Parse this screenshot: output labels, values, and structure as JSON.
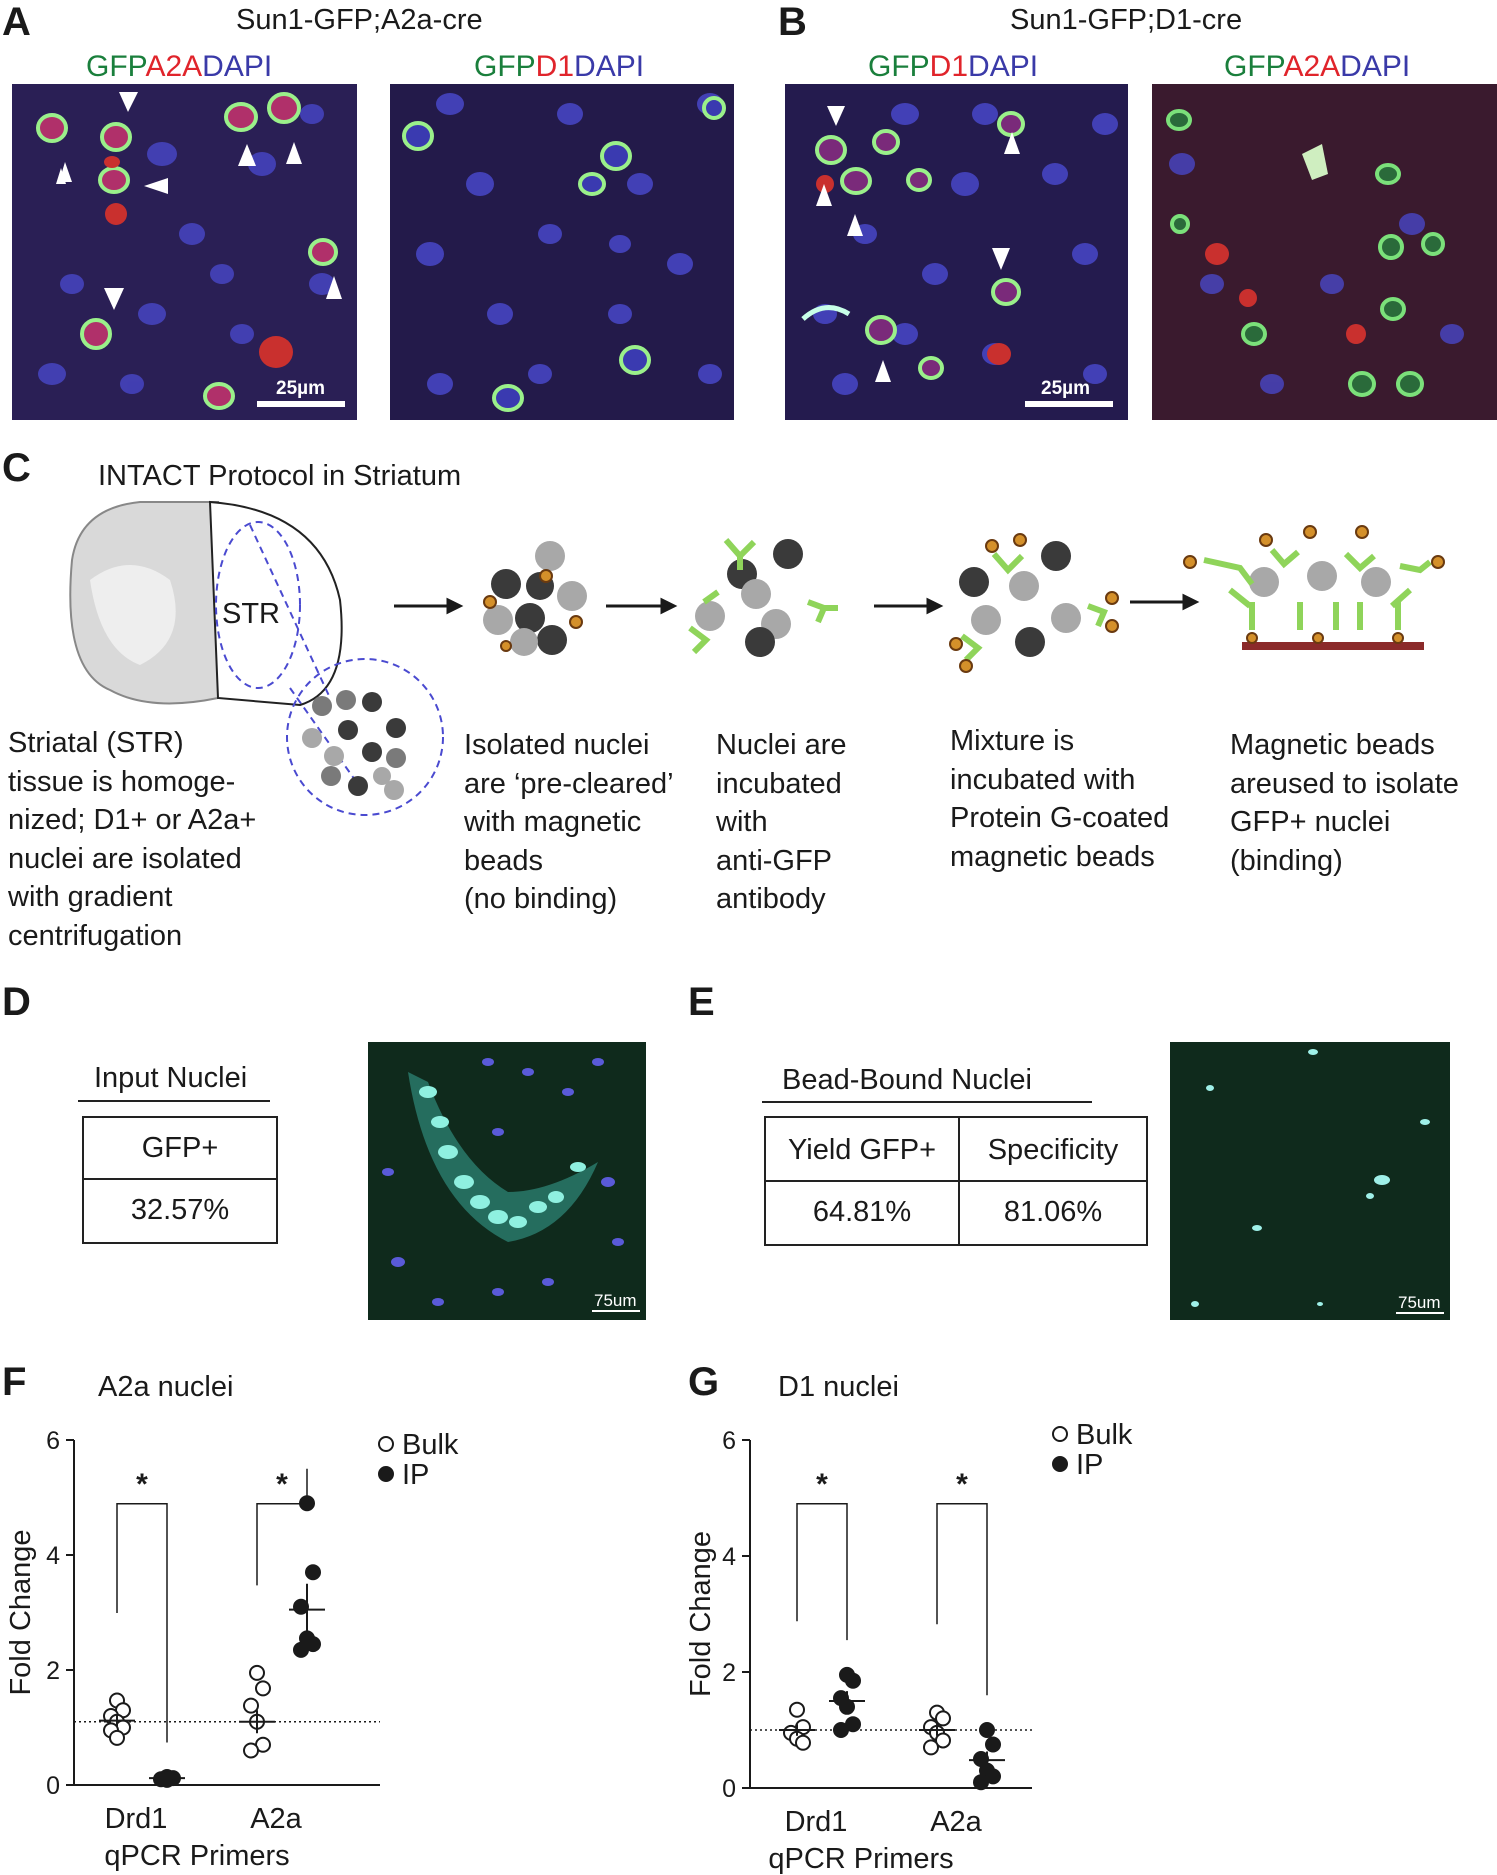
{
  "panelA": {
    "label": "A",
    "title": "Sun1-GFP;A2a-cre",
    "left_stain": {
      "gfp": "GFP",
      "marker": "A2A",
      "dapi": "DAPI"
    },
    "right_stain": {
      "gfp": "GFP",
      "marker": "D1",
      "dapi": "DAPI"
    },
    "scalebar": "25µm"
  },
  "panelB": {
    "label": "B",
    "title": "Sun1-GFP;D1-cre",
    "left_stain": {
      "gfp": "GFP",
      "marker": "D1",
      "dapi": "DAPI"
    },
    "right_stain": {
      "gfp": "GFP",
      "marker": "A2A",
      "dapi": "DAPI"
    },
    "scalebar": "25µm"
  },
  "colors": {
    "gfp": "#1a7f3c",
    "marker": "#e0242b",
    "dapi": "#3a3aa8",
    "bead": "#d4902a",
    "antibody": "#8fd45a",
    "plate": "#8b2a2a"
  },
  "panelC": {
    "label": "C",
    "title": "INTACT Protocol in Striatum",
    "str_label": "STR",
    "steps": [
      {
        "lines": [
          "Striatal (STR)",
          "tissue is homoge-",
          "nized; D1+ or A2a+",
          "nuclei are isolated",
          "with gradient",
          "centrifugation"
        ]
      },
      {
        "lines": [
          "Isolated nuclei",
          "are ‘pre-cleared’",
          "with magnetic",
          "beads",
          "(no binding)"
        ]
      },
      {
        "lines": [
          "Nuclei are",
          "incubated",
          "with",
          "anti-GFP",
          "antibody"
        ]
      },
      {
        "lines": [
          "Mixture is",
          "incubated with",
          "Protein G-coated",
          "magnetic beads"
        ]
      },
      {
        "lines": [
          "Magnetic beads",
          "areused to isolate",
          "GFP+ nuclei",
          "(binding)"
        ]
      }
    ]
  },
  "panelD": {
    "label": "D",
    "table_title": "Input Nuclei",
    "header": "GFP+",
    "value": "32.57%",
    "scalebar": "75um"
  },
  "panelE": {
    "label": "E",
    "table_title": "Bead-Bound Nuclei",
    "headers": [
      "Yield GFP+",
      "Specificity"
    ],
    "values": [
      "64.81%",
      "81.06%"
    ],
    "scalebar": "75um"
  },
  "chart_data": [
    {
      "panel": "F",
      "type": "scatter",
      "title": "A2a nuclei",
      "xlabel": "qPCR Primers",
      "ylabel": "Fold Change",
      "categories": [
        "Drd1",
        "A2a"
      ],
      "ylim": [
        0,
        6
      ],
      "yticks": [
        0,
        2,
        4,
        6
      ],
      "reference_line": 1.1,
      "significance": [
        "*",
        "*"
      ],
      "series": [
        {
          "name": "Bulk",
          "filled": false,
          "points": [
            [
              0,
              1.47
            ],
            [
              0,
              1.3
            ],
            [
              0,
              1.2
            ],
            [
              0,
              1.1
            ],
            [
              0,
              1.0
            ],
            [
              0,
              0.95
            ],
            [
              0,
              0.82
            ],
            [
              1,
              1.95
            ],
            [
              1,
              1.68
            ],
            [
              1,
              1.38
            ],
            [
              1,
              1.1
            ],
            [
              1,
              0.7
            ],
            [
              1,
              0.6
            ]
          ],
          "means": [
            1.12,
            1.1
          ],
          "sem": [
            0.1,
            0.2
          ]
        },
        {
          "name": "IP",
          "filled": true,
          "points": [
            [
              0,
              0.14
            ],
            [
              0,
              0.12
            ],
            [
              0,
              0.1
            ],
            [
              0,
              0.09
            ],
            [
              1,
              4.9
            ],
            [
              1,
              3.7
            ],
            [
              1,
              3.1
            ],
            [
              1,
              2.55
            ],
            [
              1,
              2.45
            ],
            [
              1,
              2.35
            ]
          ],
          "means": [
            0.12,
            3.05
          ],
          "sem": [
            0.02,
            0.45
          ]
        }
      ]
    },
    {
      "panel": "G",
      "type": "scatter",
      "title": "D1 nuclei",
      "xlabel": "qPCR Primers",
      "ylabel": "Fold Change",
      "categories": [
        "Drd1",
        "A2a"
      ],
      "ylim": [
        0,
        6
      ],
      "yticks": [
        0,
        2,
        4,
        6
      ],
      "reference_line": 1.0,
      "significance": [
        "*",
        "*"
      ],
      "series": [
        {
          "name": "Bulk",
          "filled": false,
          "points": [
            [
              0,
              1.35
            ],
            [
              0,
              1.05
            ],
            [
              0,
              0.95
            ],
            [
              0,
              0.85
            ],
            [
              0,
              0.78
            ],
            [
              1,
              1.3
            ],
            [
              1,
              1.2
            ],
            [
              1,
              1.05
            ],
            [
              1,
              0.95
            ],
            [
              1,
              0.82
            ],
            [
              1,
              0.7
            ]
          ],
          "means": [
            1.0,
            1.0
          ],
          "sem": [
            0.1,
            0.1
          ]
        },
        {
          "name": "IP",
          "filled": true,
          "points": [
            [
              0,
              1.95
            ],
            [
              0,
              1.85
            ],
            [
              0,
              1.55
            ],
            [
              0,
              1.4
            ],
            [
              0,
              1.1
            ],
            [
              0,
              1.0
            ],
            [
              1,
              1.0
            ],
            [
              1,
              0.75
            ],
            [
              1,
              0.5
            ],
            [
              1,
              0.3
            ],
            [
              1,
              0.2
            ],
            [
              1,
              0.1
            ]
          ],
          "means": [
            1.5,
            0.48
          ],
          "sem": [
            0.17,
            0.15
          ]
        }
      ]
    }
  ]
}
